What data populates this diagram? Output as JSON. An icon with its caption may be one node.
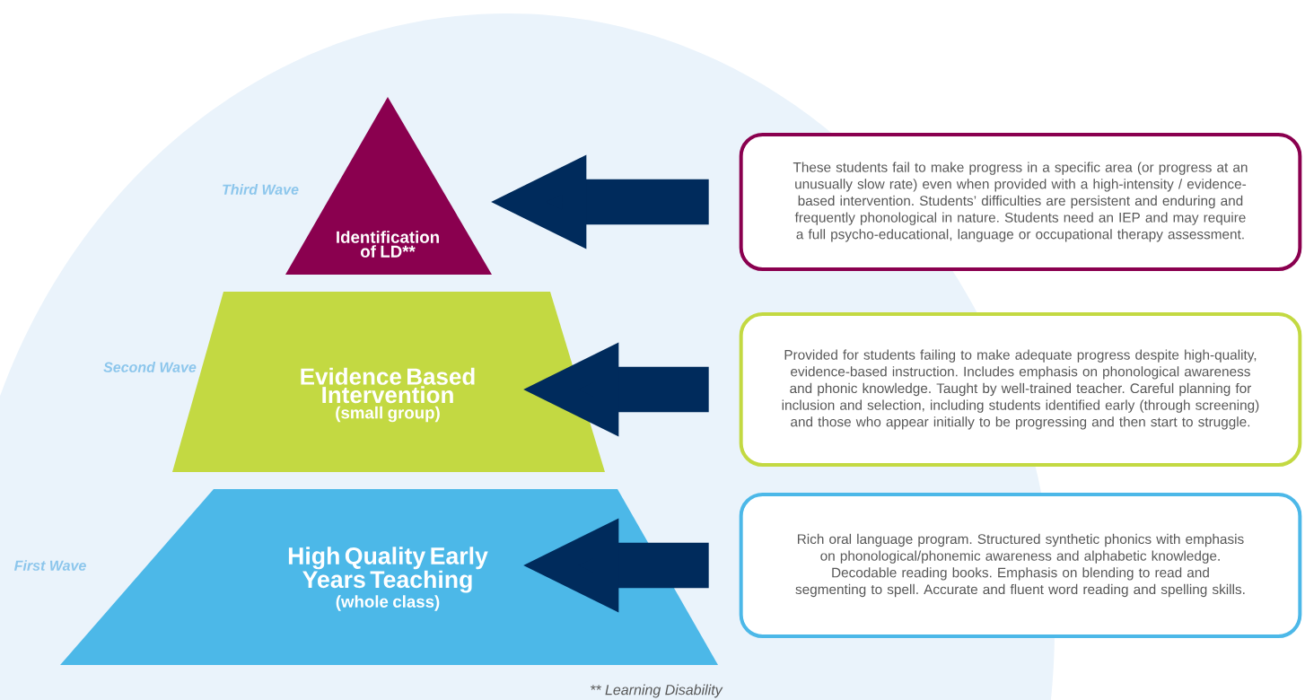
{
  "diagram": {
    "nodes": [
      {
        "text": [
          "Identification of LD**"
        ],
        "beside": [
          "Third Wave"
        ]
      },
      {
        "text": [
          "Evidence Based Intervention",
          "(small group)"
        ],
        "beside": [
          "Second Wave"
        ]
      },
      {
        "text": [
          "High Quality Early Years Teaching",
          "(whole class)"
        ],
        "beside": [
          "First Wave"
        ]
      },
      {
        "text": [
          "These students fail to make progress in a specific area (or progress at an unusually slow rate) even when provided with a high-intensity / evidence-based intervention. Students’ difficulties are persistent and enduring and frequently phonological in nature. Students need an IEP and may require a full psycho-educational, language or occupational therapy assessment."
        ]
      },
      {
        "text": [
          "Provided for students failing to make adequate progress despite high-quality, evidence-based instruction. Includes emphasis on phonological awareness and phonic knowledge. Taught by well-trained teacher. Careful planning for inclusion and selection, including students identified early (through screening) and those who appear initially to be progressing and then start to struggle."
        ]
      },
      {
        "text": [
          "Rich oral language program. Structured synthetic phonics with emphasis on phonological/phonemic awareness and alphabetic knowledge. Decodable reading books. Emphasis on blending to read and segmenting to spell. Accurate and fluent word reading and spelling skills."
        ]
      }
    ],
    "edges": [
      {
        "from": 3,
        "to": 0,
        "arrow": "to"
      },
      {
        "from": 4,
        "to": 1,
        "arrow": "to"
      },
      {
        "from": 5,
        "to": 2,
        "arrow": "to"
      }
    ],
    "labels": [
      "** Learning Disability"
    ]
  }
}
